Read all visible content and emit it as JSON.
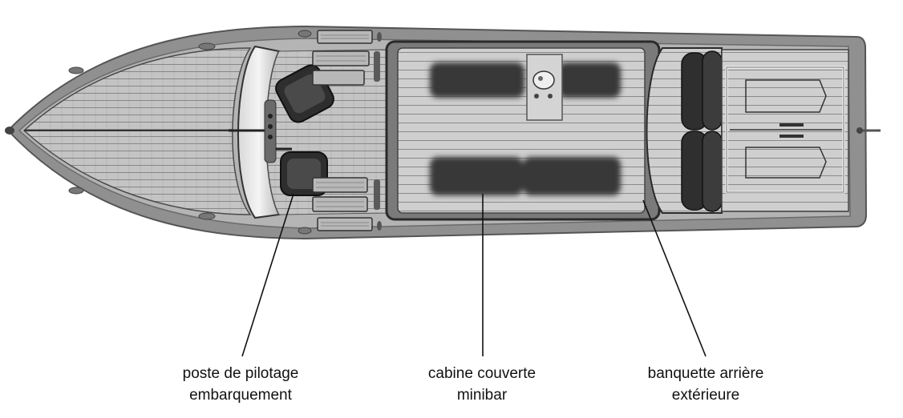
{
  "labels": {
    "cockpit": {
      "line1": "poste de pilotage",
      "line2": "embarquement"
    },
    "cabin": {
      "line1": "cabine couverte",
      "line2": "minibar"
    },
    "bench": {
      "line1": "banquette arrière",
      "line2": "extérieure"
    }
  },
  "colors": {
    "hull": "#8f8f8f",
    "deck": "#c2c2c2",
    "plank_line": "#7c7c7c",
    "dark": "#2a2a2a",
    "cushion": "#3a3a3a",
    "leader": "#111111",
    "text": "#111111"
  },
  "icons": {
    "seat": "armchair-icon",
    "sink": "sink-icon",
    "cushion": "cushion-icon"
  }
}
